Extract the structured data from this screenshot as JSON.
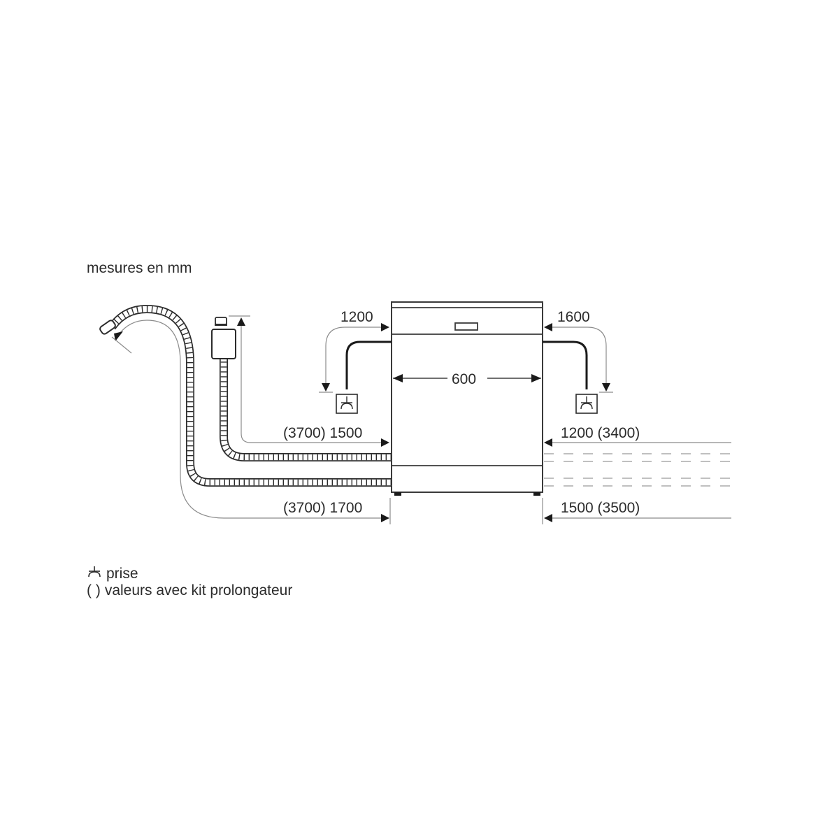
{
  "title": "mesures en mm",
  "colors": {
    "line_dark": "#2b2b2b",
    "line_gray": "#8c8c8c",
    "background": "#ffffff"
  },
  "appliance": {
    "name": "dishwasher-front-view",
    "width_label": "600"
  },
  "power_cable": {
    "left_label": "1200",
    "right_label": "1600",
    "outlet_icon": "socket-icon"
  },
  "hoses": {
    "upper_left_label": "(3700) 1500",
    "lower_left_label": "(3700) 1700",
    "upper_right_label": "1200 (3400)",
    "lower_right_label": "1500 (3500)"
  },
  "legend": {
    "items": [
      {
        "symbol": "socket-icon",
        "text": "prise"
      },
      {
        "symbol": "( )",
        "text": "valeurs avec kit prolongateur"
      }
    ]
  }
}
